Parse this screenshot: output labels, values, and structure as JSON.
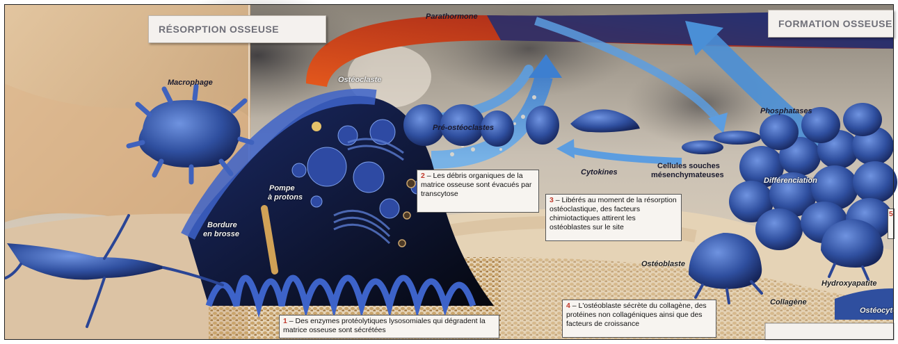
{
  "titles": {
    "resorption": "RÉSORPTION OSSEUSE",
    "formation": "FORMATION OSSEUSE"
  },
  "labels": {
    "parathormone": "Parathormone",
    "macrophage": "Macrophage",
    "osteoclaste": "Ostéoclaste",
    "pre_osteoclastes": "Pré-ostéoclastes",
    "phosphatases": "Phosphatases",
    "cytokines": "Cytokines",
    "cellules_souches_1": "Cellules souches",
    "cellules_souches_2": "mésenchymateuses",
    "differenciation": "Différenciation",
    "pompe_1": "Pompe",
    "pompe_2": "à protons",
    "bordure_1": "Bordure",
    "bordure_2": "en brosse",
    "osteoblaste": "Ostéoblaste",
    "collagene": "Collagène",
    "hydroxyapatite": "Hydroxyapatite",
    "osteocyte": "Ostéocyte"
  },
  "notes": {
    "n1": {
      "num": "1",
      "text": "Des enzymes protéolytiques lysosomiales qui dégradent la matrice osseuse sont sécrétées"
    },
    "n2": {
      "num": "2",
      "text": "Les débris organiques de la matrice osseuse sont évacués par transcytose"
    },
    "n3": {
      "num": "3",
      "text": "Libérés au moment de la résorption ostéoclastique, des facteurs chimiotactiques attirent les ostéoblastes sur le site"
    },
    "n4": {
      "num": "4",
      "text": "L'ostéoblaste sécrète du collagène, des protéines non collagéniques ainsi que des facteurs de croissance"
    },
    "n5": {
      "num": "5",
      "text": ""
    }
  },
  "colors": {
    "cell_blue": "#2f4f9f",
    "arrow_blue": "#4a8fd6",
    "hormone_red": "#d9461a",
    "bone_tan": "#d8bf9c",
    "granules": "#c9a46c",
    "number_red": "#c0392b"
  }
}
